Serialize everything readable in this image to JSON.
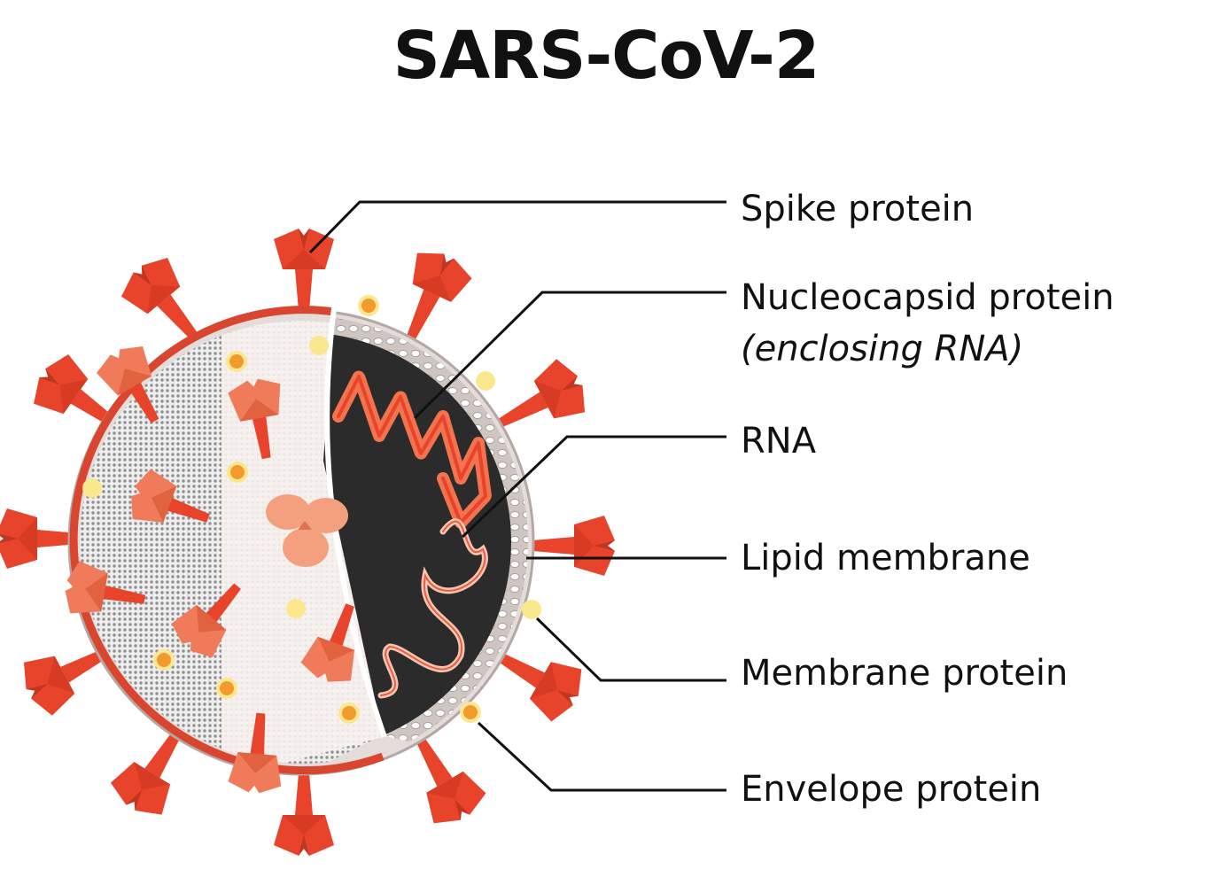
{
  "title": "SARS-CoV-2",
  "labels": {
    "spike_protein": "Spike protein",
    "nucleocapsid_protein": "Nucleocapsid protein",
    "nucleocapsid_note": "(enclosing RNA)",
    "rna": "RNA",
    "lipid_membrane": "Lipid membrane",
    "membrane_protein": "Membrane protein",
    "envelope_protein": "Envelope protein"
  },
  "colors": {
    "spike": "#e8442c",
    "spike_light": "#ef7b5b",
    "nucleocapsid_salmon": "#f4a07f",
    "rna_pink": "#f7c3b3",
    "core_dark": "#2a2a2a",
    "membrane_gray": "#b7aca8",
    "envelope_yellow": "#fbe88e",
    "envelope_orange": "#f29a2e"
  }
}
